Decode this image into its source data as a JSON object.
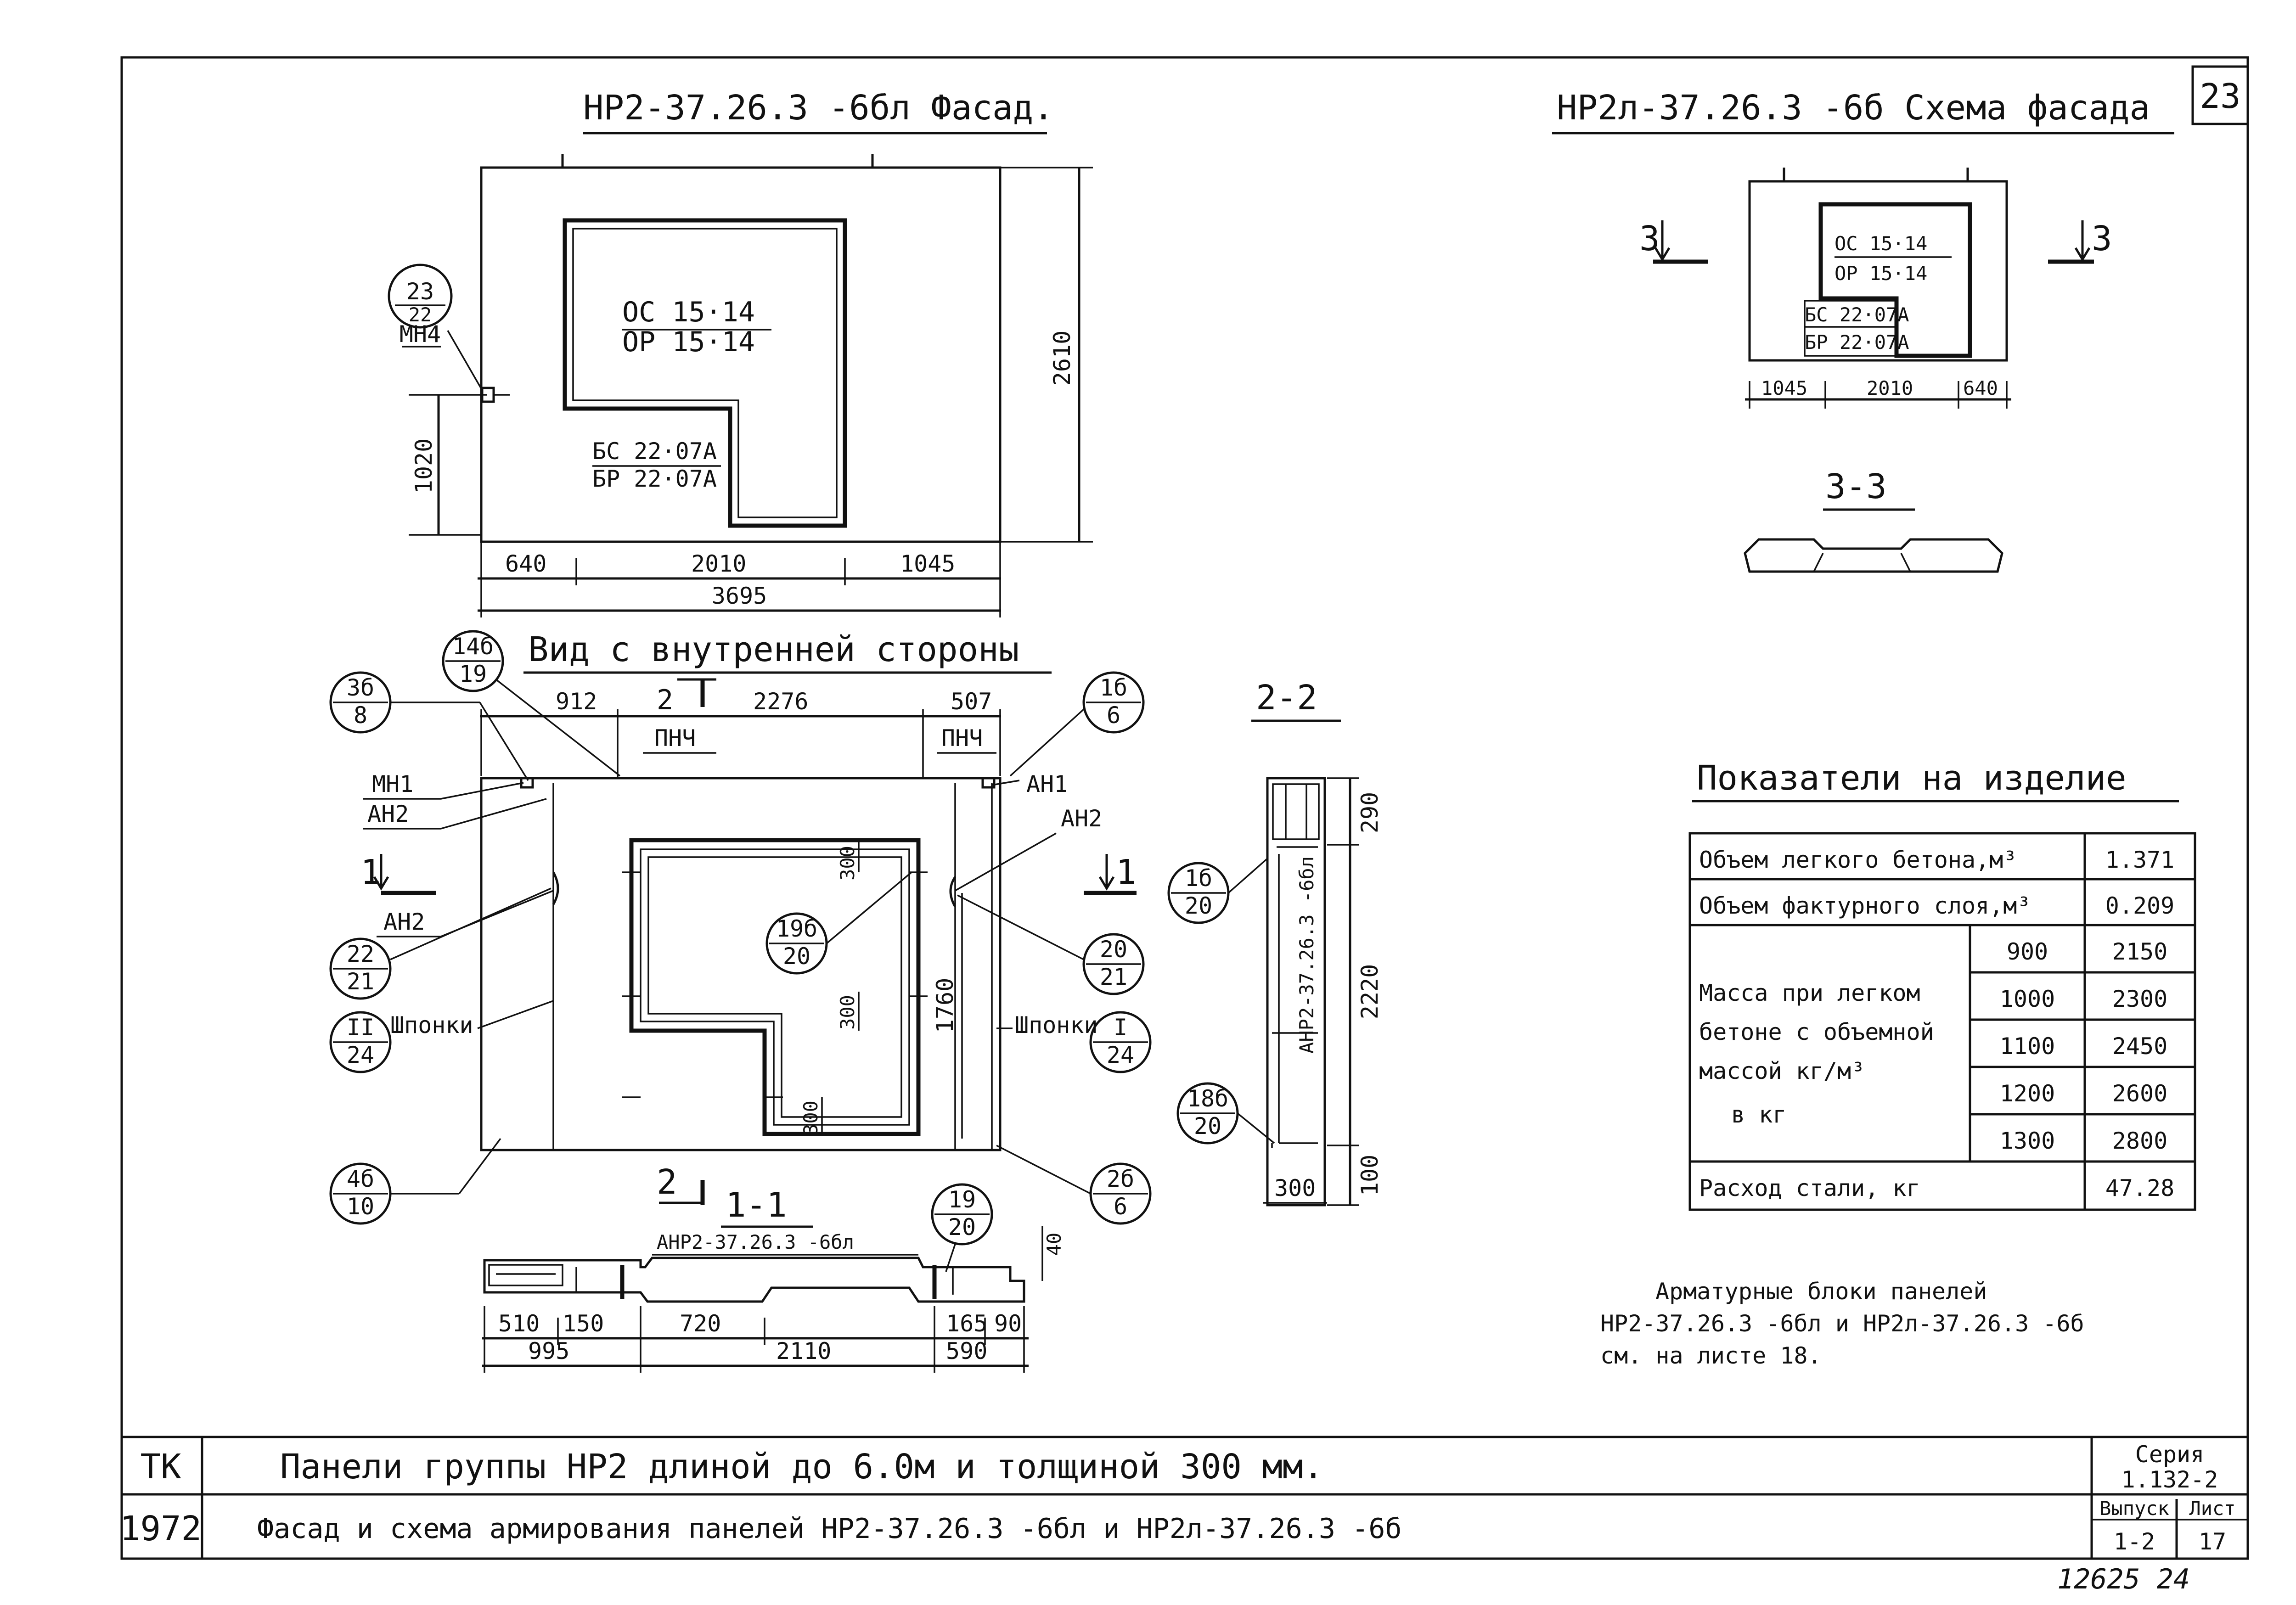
{
  "sheet_number": "23",
  "facade": {
    "title": "НР2-37.26.3 -6бл Фасад.",
    "window_top": "ОС 15·14",
    "window_bottom": "ОР 15·14",
    "door_top": "БС 22·07А",
    "door_bottom": "БР 22·07А",
    "dim_height": "2610",
    "dim_left_height": "1020",
    "dim_640": "640",
    "dim_2010": "2010",
    "dim_1045": "1045",
    "dim_total": "3695",
    "callout_top": "23",
    "callout_bottom": "22",
    "callout_mark": "МН4"
  },
  "scheme": {
    "title": "НР2л-37.26.3 -6б Схема фасада",
    "window_top": "ОС 15·14",
    "window_bottom": "ОР 15·14",
    "door_top": "БС 22·07А",
    "door_bottom": "БР 22·07А",
    "dim_1045": "1045",
    "dim_2010": "2010",
    "dim_640": "640",
    "cut_label": "3",
    "section_title": "3-3"
  },
  "inner": {
    "title": "Вид с внутренней стороны",
    "dim_912": "912",
    "dim_2276": "2276",
    "dim_507": "507",
    "cut_2": "2",
    "cut_1": "1",
    "pnch_1": "ПНЧ",
    "pnch_2": "ПНЧ",
    "label_mn1": "МН1",
    "label_an2_a": "АН2",
    "label_an2_b": "АН2",
    "label_an2_c": "АН2",
    "label_an1": "АН1",
    "label_shponki_l": "Шпонки",
    "label_shponki_r": "Шпонки",
    "dim_300_a": "300",
    "dim_300_b": "300",
    "dim_300_c": "300",
    "dim_1760": "1760",
    "callouts": [
      {
        "top": "3б",
        "bottom": "8"
      },
      {
        "top": "14б",
        "bottom": "19"
      },
      {
        "top": "1б",
        "bottom": "6"
      },
      {
        "top": "19б",
        "bottom": "20"
      },
      {
        "top": "22",
        "bottom": "21"
      },
      {
        "top": "20",
        "bottom": "21"
      },
      {
        "top": "II",
        "bottom": "24"
      },
      {
        "top": "I",
        "bottom": "24"
      },
      {
        "top": "4б",
        "bottom": "10"
      },
      {
        "top": "2б",
        "bottom": "6"
      }
    ]
  },
  "section_2_2": {
    "title": "2-2",
    "dim_290": "290",
    "dim_2220": "2220",
    "dim_100": "100",
    "dim_300": "300",
    "mark": "АНР2-37.26.3 -6бл",
    "callouts": [
      {
        "top": "1б",
        "bottom": "20"
      },
      {
        "top": "18б",
        "bottom": "20"
      }
    ]
  },
  "section_1_1": {
    "title": "1-1",
    "mark": "АНР2-37.26.3 -6бл",
    "dim_40": "40",
    "dim_510": "510",
    "dim_150": "150",
    "dim_720": "720",
    "dim_165": "165",
    "dim_90": "90",
    "dim_995": "995",
    "dim_2110": "2110",
    "dim_590": "590",
    "callout": {
      "top": "19",
      "bottom": "20"
    }
  },
  "indicators": {
    "title": "Показатели на изделие",
    "rows": [
      {
        "label": "Объем легкого бетона,м³",
        "value": "1.371"
      },
      {
        "label": "Объем фактурного слоя,м³",
        "value": "0.209"
      }
    ],
    "mass_label_lines": [
      "Масса при легком",
      "бетоне с объемной",
      "массой  кг/м³",
      "в кг"
    ],
    "mass_rows": [
      {
        "density": "900",
        "mass": "2150"
      },
      {
        "density": "1000",
        "mass": "2300"
      },
      {
        "density": "1100",
        "mass": "2450"
      },
      {
        "density": "1200",
        "mass": "2600"
      },
      {
        "density": "1300",
        "mass": "2800"
      }
    ],
    "steel_label": "Расход  стали, кг",
    "steel_value": "47.28"
  },
  "note_lines": [
    "Арматурные блоки панелей",
    "НР2-37.26.3 -6бл и  НР2л-37.26.3 -6б",
    "см. на листе 18."
  ],
  "title_block": {
    "code_tk": "ТК",
    "year": "1972",
    "line1": "Панели  группы  НР2  длиной  до 6.0м  и  толщиной  300  мм.",
    "line2": "Фасад  и  схема  армирования  панелей  НР2-37.26.3 -6бл и  НР2л-37.26.3 -6б",
    "series_label": "Серия",
    "series_value": "1.132-2",
    "issue_label": "Выпуск",
    "issue_value": "1-2",
    "sheet_label": "Лист",
    "sheet_value": "17"
  },
  "archive_number": "12625  24"
}
